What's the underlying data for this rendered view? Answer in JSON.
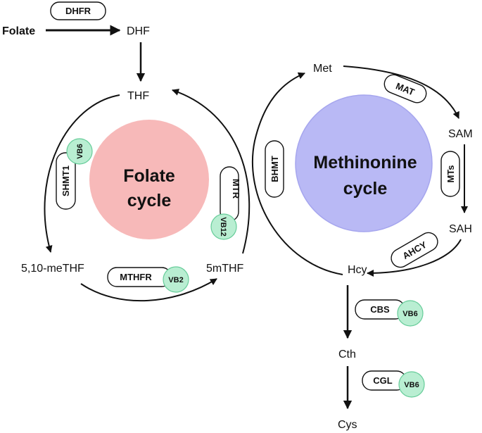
{
  "colors": {
    "folate_circle": "#f7b9b9",
    "methionine_circle": "#b9b9f5",
    "vitamin_badge": "#b9eed2",
    "vitamin_badge_stroke": "#66cc99",
    "arrow": "#111111"
  },
  "metabolites": {
    "folate": "Folate",
    "dhf": "DHF",
    "thf": "THF",
    "meTHF": "5,10-meTHF",
    "mTHF": "5mTHF",
    "met": "Met",
    "sam": "SAM",
    "sah": "SAH",
    "hcy": "Hcy",
    "cth": "Cth",
    "cys": "Cys"
  },
  "cycles": {
    "folate_line1": "Folate",
    "folate_line2": "cycle",
    "methionine_line1": "Methinonine",
    "methionine_line2": "cycle"
  },
  "enzymes": {
    "dhfr": "DHFR",
    "shmt1": "SHMT1",
    "mtr": "MTR",
    "mthfr": "MTHFR",
    "bhmt": "BHMT",
    "mat": "MAT",
    "mts": "MTs",
    "ahcy": "AHCY",
    "cbs": "CBS",
    "cgl": "CGL"
  },
  "vitamins": {
    "shmt1": "VB6",
    "mtr": "VB12",
    "mthfr": "VB2",
    "cbs": "VB6",
    "cgl": "VB6"
  }
}
